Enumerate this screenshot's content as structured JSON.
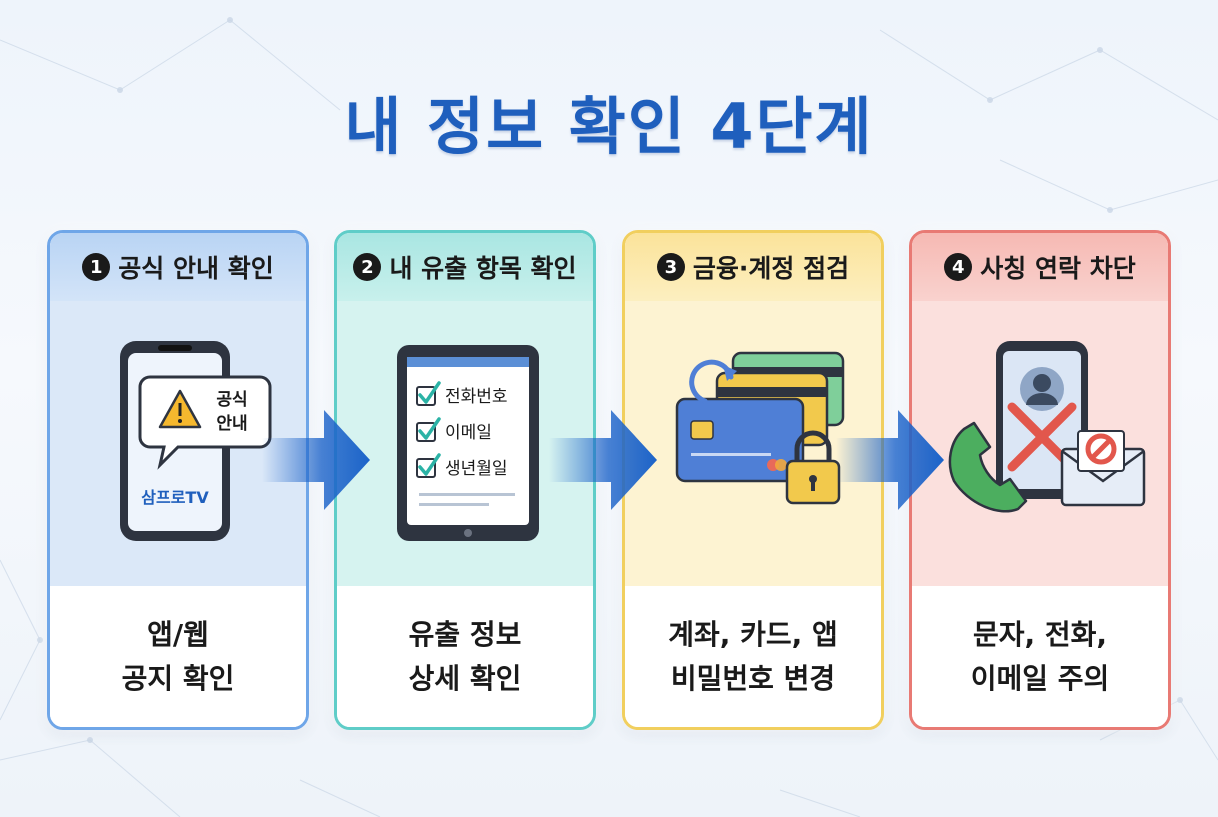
{
  "title": "내 정보 확인 4단계",
  "steps": [
    {
      "num": "1",
      "header": "공식 안내 확인",
      "bubble_line1": "공식",
      "bubble_line2": "안내",
      "phone_label": "삼프로TV",
      "desc_line1": "앱/웹",
      "desc_line2": "공지 확인",
      "color": "#6fa6e8"
    },
    {
      "num": "2",
      "header": "내 유출 항목 확인",
      "checklist": [
        "전화번호",
        "이메일",
        "생년월일"
      ],
      "desc_line1": "유출 정보",
      "desc_line2": "상세 확인",
      "color": "#5fcdc8"
    },
    {
      "num": "3",
      "header": "금융·계정 점검",
      "desc_line1": "계좌, 카드, 앱",
      "desc_line2": "비밀번호 변경",
      "color": "#f1cf5e"
    },
    {
      "num": "4",
      "header": "사칭 연락 차단",
      "desc_line1": "문자, 전화,",
      "desc_line2": "이메일 주의",
      "color": "#e87a74"
    }
  ],
  "colors": {
    "title": "#1f5fbd",
    "arrow": "#1c63c9"
  },
  "icons": [
    "warning-icon",
    "phone-icon",
    "tablet-icon",
    "checkbox-icon",
    "credit-card-icon",
    "padlock-icon",
    "refresh-arrow-icon",
    "phone-handset-icon",
    "envelope-icon",
    "block-icon",
    "avatar-icon",
    "x-mark-icon"
  ]
}
